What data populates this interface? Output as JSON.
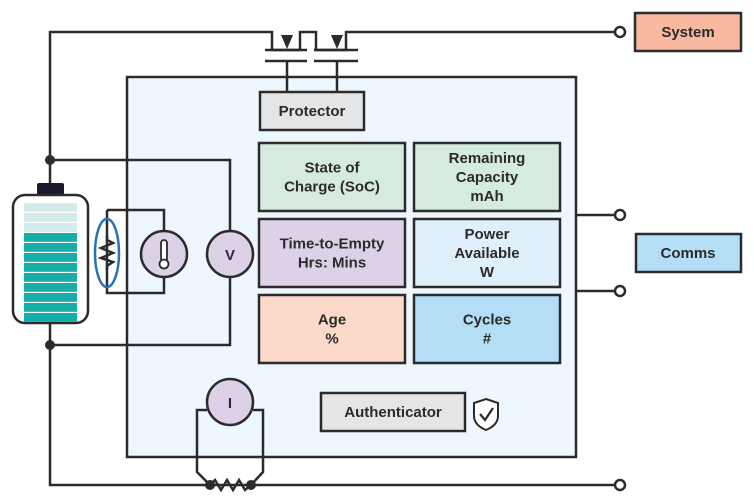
{
  "diagram": {
    "type": "battery-fuel-gauge-block-diagram",
    "external": {
      "system": {
        "label": "System",
        "color": "#f9b9a0"
      },
      "comms": {
        "label": "Comms",
        "color": "#b3def5"
      }
    },
    "chip": {
      "background": "#eef7fd",
      "protector": {
        "label": "Protector",
        "color": "#e4e5e7"
      },
      "authenticator": {
        "label": "Authenticator",
        "color": "#e4e5e7"
      },
      "metrics": [
        {
          "id": "soc",
          "lines": [
            "State of",
            "Charge (SoC)"
          ],
          "color": "#d6ebdf"
        },
        {
          "id": "remaining-capacity",
          "lines": [
            "Remaining",
            "Capacity",
            "mAh"
          ],
          "color": "#d6ebdf"
        },
        {
          "id": "time-to-empty",
          "lines": [
            "Time-to-Empty",
            "Hrs: Mins"
          ],
          "color": "#ddd1e8"
        },
        {
          "id": "power-available",
          "lines": [
            "Power",
            "Available",
            "W"
          ],
          "color": "#dff0fb"
        },
        {
          "id": "age",
          "lines": [
            "Age",
            "%"
          ],
          "color": "#fcd9c8"
        },
        {
          "id": "cycles",
          "lines": [
            "Cycles",
            "#"
          ],
          "color": "#b3def5"
        }
      ]
    },
    "sensors": {
      "voltage": {
        "label": "V",
        "color": "#ddd1e8"
      },
      "current": {
        "label": "I",
        "color": "#ddd1e8"
      },
      "temperature": {
        "icon": "thermometer-icon",
        "color": "#ddd1e8"
      }
    },
    "battery": {
      "filled_segments": 9,
      "total_segments": 12,
      "fill_color": "#14ada7",
      "empty_color": "#d3ebeb"
    },
    "thermistor_outline_color": "#2a73b0",
    "icons": {
      "shield": "shield-check-icon"
    }
  }
}
